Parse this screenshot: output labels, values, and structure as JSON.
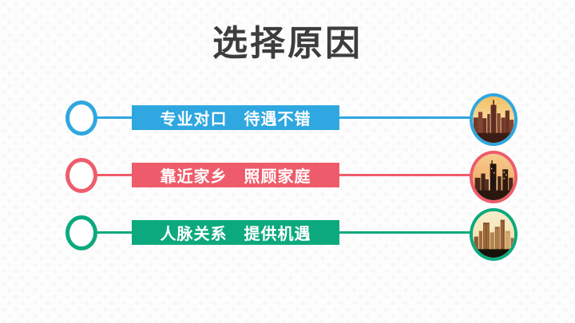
{
  "slide": {
    "title": "选择原因",
    "title_color": "#3d3d3d",
    "background_color": "#fdfdfd",
    "label_text_color": "#ffffff"
  },
  "rows": [
    {
      "label": "专业对口　待遇不错",
      "color": "#2fa7e0",
      "photo": "city-skyline-sunset-photo"
    },
    {
      "label": "靠近家乡　照顾家庭",
      "color": "#ee5c6b",
      "photo": "city-skyline-dusk-photo"
    },
    {
      "label": "人脉关系　提供机遇",
      "color": "#0ca97e",
      "photo": "city-skyline-dawn-photo"
    }
  ]
}
